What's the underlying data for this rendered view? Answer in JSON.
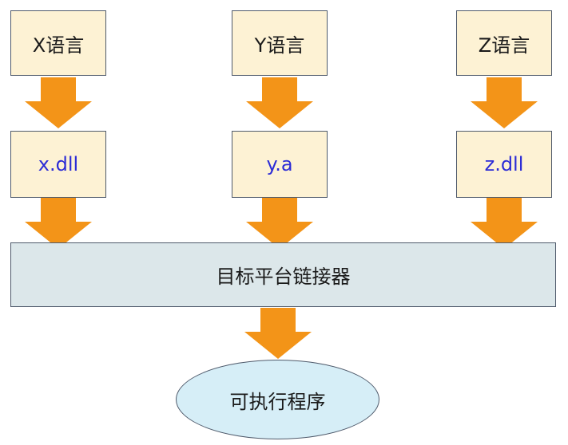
{
  "languages": [
    {
      "label": "X语言"
    },
    {
      "label": "Y语言"
    },
    {
      "label": "Z语言"
    }
  ],
  "libraries": [
    {
      "label": "x.dll"
    },
    {
      "label": "y.a"
    },
    {
      "label": "z.dll"
    }
  ],
  "linker": {
    "label": "目标平台链接器"
  },
  "output": {
    "label": "可执行程序"
  },
  "colors": {
    "arrow": "#f39418",
    "source_box_fill": "#fdf2d4",
    "linker_fill": "#dce7ea",
    "output_fill": "#d6eef7",
    "library_text": "#2b2bd6",
    "border": "#4f5a6b"
  }
}
